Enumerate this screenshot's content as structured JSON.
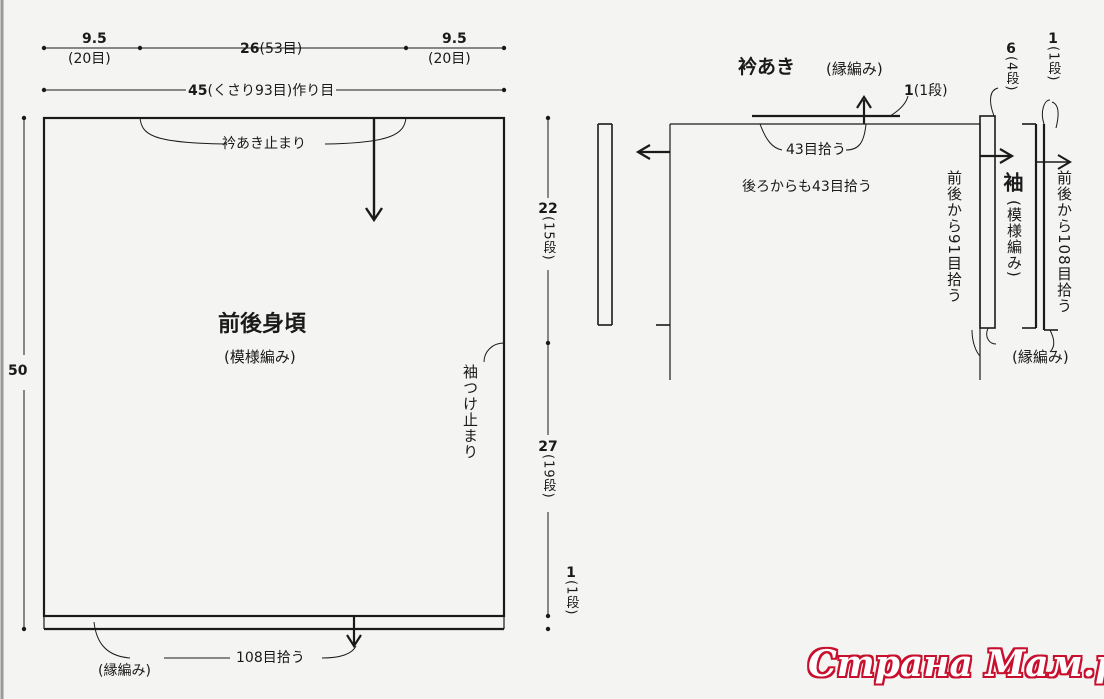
{
  "body_piece": {
    "title": "前後身頃",
    "pattern": "(模様編み)",
    "width_left": {
      "value": "9.5",
      "stitches": "(20目)"
    },
    "width_center": {
      "value": "26",
      "stitches": "(53目)"
    },
    "width_right": {
      "value": "9.5",
      "stitches": "(20目)"
    },
    "cast_on": {
      "value": "45",
      "note": "(くさり93目)作り目"
    },
    "neck_opening_end": "衿あき止まり",
    "sleeve_attach_end": "袖つけ止まり",
    "total_height": "50",
    "upper_height": {
      "value": "22",
      "rows": "(15段)"
    },
    "lower_height": {
      "value": "27",
      "rows": "(19段)"
    },
    "edge_height": {
      "value": "1",
      "rows": "(1段)"
    },
    "edge_pattern": "(縁編み)",
    "pickup_hem": "108目拾う"
  },
  "neckline": {
    "title": "衿あき",
    "pattern": "(縁編み)",
    "height": {
      "value": "1",
      "rows": "(1段)"
    },
    "pickup_front": "43目拾う",
    "pickup_back": "後ろからも43目拾う"
  },
  "sleeve": {
    "title": "袖",
    "pattern": "(模様編み)",
    "width": {
      "value": "6",
      "rows": "(4段)"
    },
    "edge_width": {
      "value": "1",
      "rows": "(1段)"
    },
    "pickup_inner": "前後から91目拾う",
    "pickup_outer": "前後から108目拾う",
    "edge_pattern": "(縁編み)"
  },
  "watermark": "Страна Мам.ру",
  "colors": {
    "ink": "#1a1a1a",
    "paper": "#f4f4f2",
    "watermark": "#c8102e"
  }
}
